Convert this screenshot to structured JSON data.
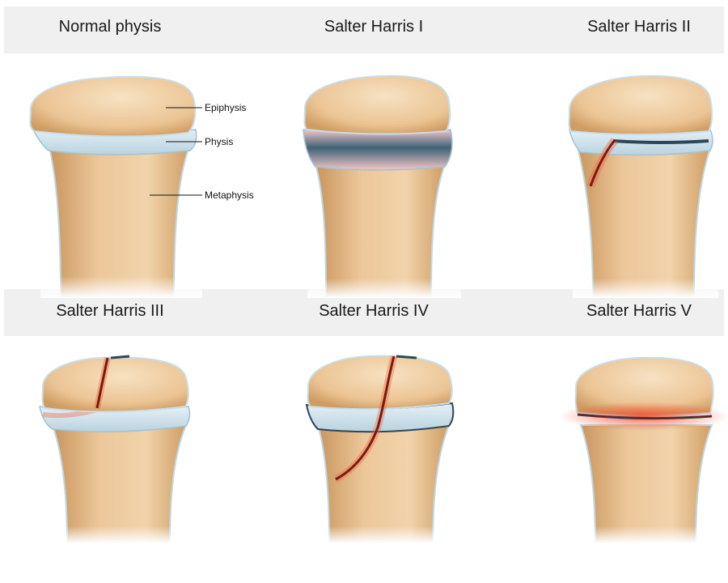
{
  "panels": [
    {
      "title": "Normal physis"
    },
    {
      "title": "Salter Harris I"
    },
    {
      "title": "Salter Harris II"
    },
    {
      "title": "Salter Harris III"
    },
    {
      "title": "Salter Harris IV"
    },
    {
      "title": "Salter Harris V"
    }
  ],
  "labels": {
    "epiphysis": "Epiphysis",
    "physis": "Physis",
    "metaphysis": "Metaphysis"
  },
  "colors": {
    "bone": "#ecc79a",
    "bone_shadow": "#c99a63",
    "cartilage": "#cfe3ee",
    "fracture": "#7a1a10",
    "injury_glow": "#f26a45",
    "outline": "#bdd7e2"
  }
}
